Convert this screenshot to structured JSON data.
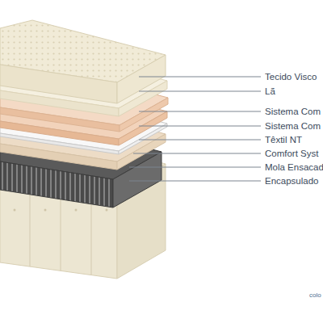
{
  "diagram": {
    "labels": [
      "Tecido Visco",
      "Lã",
      "Sistema Com",
      "Sistema Com",
      "Têxtil NT",
      "Comfort Syst",
      "Mola Ensacad",
      "Encapsulado",
      "colo"
    ]
  }
}
